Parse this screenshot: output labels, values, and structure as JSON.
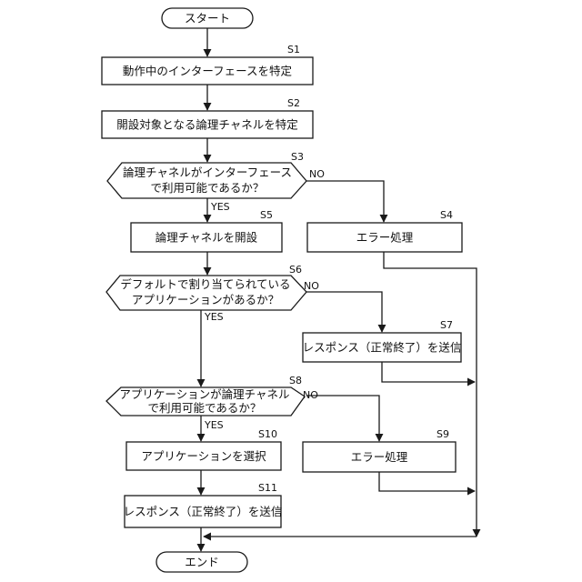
{
  "start": "スタート",
  "end": "エンド",
  "yes": "YES",
  "no": "NO",
  "steps": {
    "s1": {
      "tag": "S1",
      "text": "動作中のインターフェースを特定"
    },
    "s2": {
      "tag": "S2",
      "text": "開設対象となる論理チャネルを特定"
    },
    "s3": {
      "tag": "S3",
      "line1": "論理チャネルがインターフェース",
      "line2": "で利用可能であるか？"
    },
    "s4": {
      "tag": "S4",
      "text": "エラー処理"
    },
    "s5": {
      "tag": "S5",
      "text": "論理チャネルを開設"
    },
    "s6": {
      "tag": "S6",
      "line1": "デフォルトで割り当てられている",
      "line2": "アプリケーションがあるか？"
    },
    "s7": {
      "tag": "S7",
      "text": "レスポンス（正常終了）を送信"
    },
    "s8": {
      "tag": "S8",
      "line1": "アプリケーションが論理チャネル",
      "line2": "で利用可能であるか？"
    },
    "s9": {
      "tag": "S9",
      "text": "エラー処理"
    },
    "s10": {
      "tag": "S10",
      "text": "アプリケーションを選択"
    },
    "s11": {
      "tag": "S11",
      "text": "レスポンス（正常終了）を送信"
    }
  }
}
